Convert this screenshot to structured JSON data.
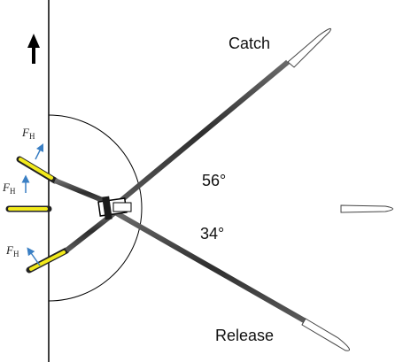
{
  "labels": {
    "catch": "Catch",
    "release": "Release",
    "angle_catch": "56°",
    "angle_release": "34°"
  },
  "forces": {
    "symbol": "F",
    "subscript": "H"
  },
  "colors": {
    "blade_yellow": "#f2ea1c",
    "force_arrow": "#3a7fc4",
    "shaft_dark": "#3b3b3b",
    "handle_tip": "#ffffff"
  },
  "icons": {
    "direction_arrow": "up-arrow-icon"
  }
}
